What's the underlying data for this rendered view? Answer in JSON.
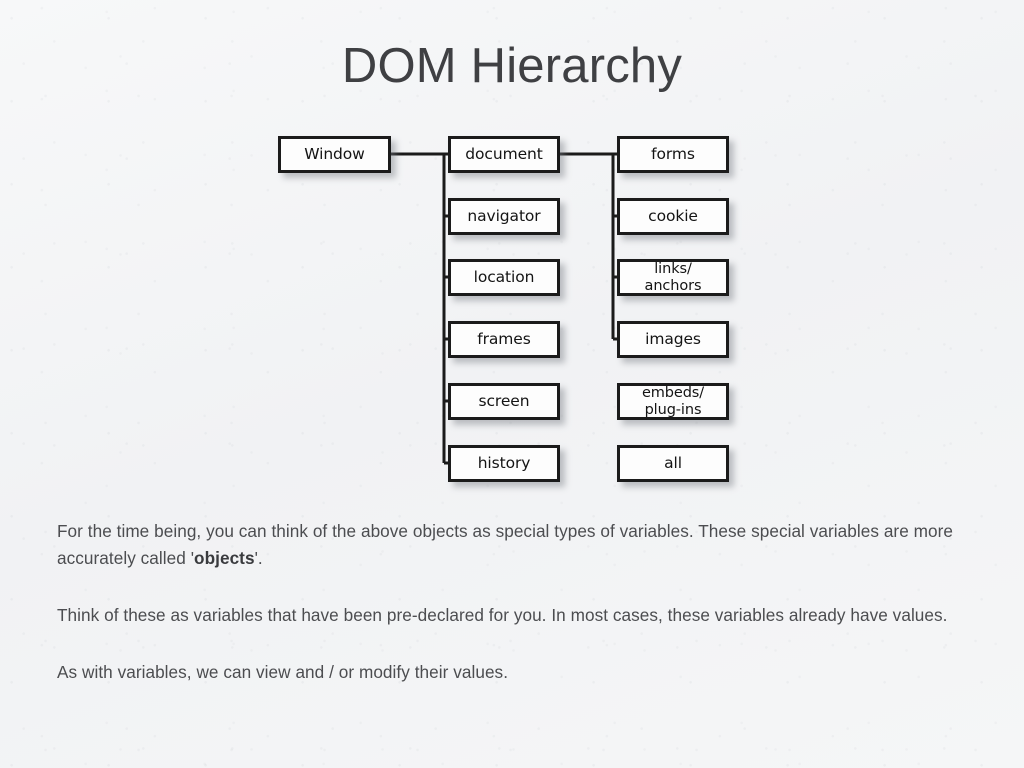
{
  "slide": {
    "title": "DOM Hierarchy"
  },
  "diagram": {
    "type": "tree",
    "root": {
      "label": "Window"
    },
    "level2": [
      {
        "label": "document"
      },
      {
        "label": "navigator"
      },
      {
        "label": "location"
      },
      {
        "label": "frames"
      },
      {
        "label": "screen"
      },
      {
        "label": "history"
      }
    ],
    "level3": [
      {
        "label": "forms",
        "line1": "forms",
        "line2": "",
        "connected": true
      },
      {
        "label": "cookie",
        "line1": "cookie",
        "line2": "",
        "connected": true
      },
      {
        "label": "links/ anchors",
        "line1": "links/",
        "line2": "anchors",
        "connected": true
      },
      {
        "label": "images",
        "line1": "images",
        "line2": "",
        "connected": true
      },
      {
        "label": "embeds/ plug-ins",
        "line1": "embeds/",
        "line2": "plug-ins",
        "connected": false
      },
      {
        "label": "all",
        "line1": "all",
        "line2": "",
        "connected": false
      }
    ]
  },
  "body": {
    "paragraph1_part1": "For the time being, you can think of the above objects as special types of variables. These special variables are more accurately called '",
    "paragraph1_bold": "objects",
    "paragraph1_part2": "'.",
    "paragraph2": "Think of these as variables that have been pre-declared for you. In most cases, these variables already have values.",
    "paragraph3": "As with variables, we can view and / or modify their values."
  },
  "colors": {
    "background": "#f4f5f6",
    "title_text": "#3f4043",
    "body_text": "#4c4d50",
    "node_border": "#1b1b1b",
    "node_fill": "#fdfdfd",
    "connector": "#1b1b1b"
  }
}
